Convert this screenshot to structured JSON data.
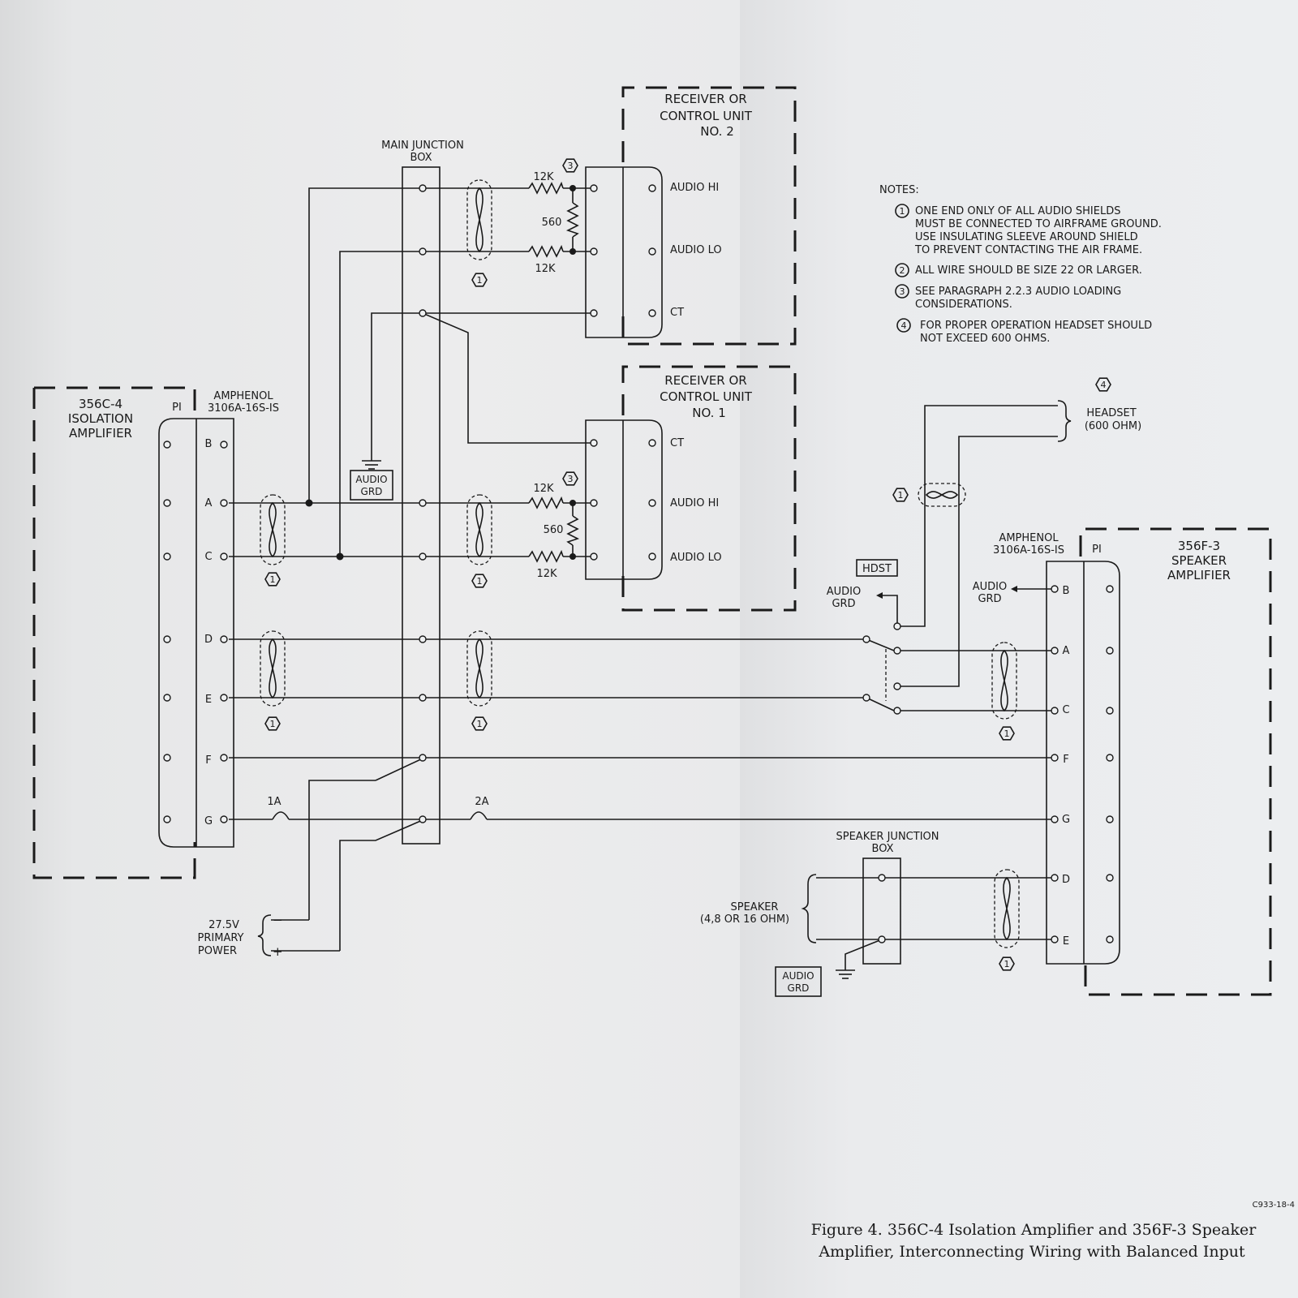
{
  "units": {
    "isolation_amp": [
      "356C-4",
      "ISOLATION",
      "AMPLIFIER"
    ],
    "speaker_amp": [
      "356F-3",
      "SPEAKER",
      "AMPLIFIER"
    ],
    "receiver2": [
      "RECEIVER OR",
      "CONTROL UNIT",
      "NO. 2"
    ],
    "receiver1": [
      "RECEIVER OR",
      "CONTROL UNIT",
      "NO. 1"
    ]
  },
  "connectors": {
    "pi": "PI",
    "amphenol_left": [
      "AMPHENOL",
      "3106A-16S-IS"
    ],
    "amphenol_right": [
      "AMPHENOL",
      "3106A-16S-IS"
    ],
    "left_pins": [
      "B",
      "A",
      "C",
      "D",
      "E",
      "F",
      "G"
    ],
    "right_pins": [
      "B",
      "A",
      "C",
      "F",
      "G",
      "D",
      "E"
    ]
  },
  "junctions": {
    "main": [
      "MAIN JUNCTION",
      "BOX"
    ],
    "speaker": [
      "SPEAKER JUNCTION",
      "BOX"
    ]
  },
  "receiver_pins": {
    "audio_hi": "AUDIO HI",
    "audio_lo": "AUDIO LO",
    "ct": "CT"
  },
  "components": {
    "r_12k": "12K",
    "r_560": "560",
    "fuse1": "1A",
    "fuse2": "2A",
    "note1_marker": "1",
    "note3_marker": "3",
    "note4_marker": "4"
  },
  "labels": {
    "audio_grd_box": [
      "AUDIO",
      "GRD"
    ],
    "audio_grd_arrow": [
      "AUDIO",
      "GRD"
    ],
    "hdst": "HDST",
    "headset": [
      "HEADSET",
      "(600 OHM)"
    ],
    "speaker": [
      "SPEAKER",
      "(4,8 OR 16 OHM)"
    ],
    "power": [
      "27.5V",
      "PRIMARY",
      "POWER"
    ],
    "minus": "−",
    "plus": "+"
  },
  "notes": {
    "title": "NOTES:",
    "items": [
      {
        "num": "1",
        "lines": [
          "ONE END ONLY OF ALL AUDIO SHIELDS",
          "MUST BE CONNECTED TO AIRFRAME GROUND.",
          "USE INSULATING SLEEVE AROUND SHIELD",
          "TO PREVENT CONTACTING THE AIR FRAME."
        ]
      },
      {
        "num": "2",
        "lines": [
          "ALL WIRE SHOULD BE SIZE 22 OR LARGER."
        ]
      },
      {
        "num": "3",
        "lines": [
          "SEE PARAGRAPH 2.2.3 AUDIO LOADING",
          "CONSIDERATIONS."
        ]
      },
      {
        "num": "4",
        "lines": [
          "FOR PROPER OPERATION HEADSET SHOULD",
          "NOT EXCEED 600 OHMS."
        ]
      }
    ]
  },
  "figure_code": "C933-18-4",
  "caption": [
    "Figure 4.  356C-4 Isolation Amplifier and 356F-3 Speaker",
    "Amplifier, Interconnecting Wiring with Balanced Input"
  ]
}
